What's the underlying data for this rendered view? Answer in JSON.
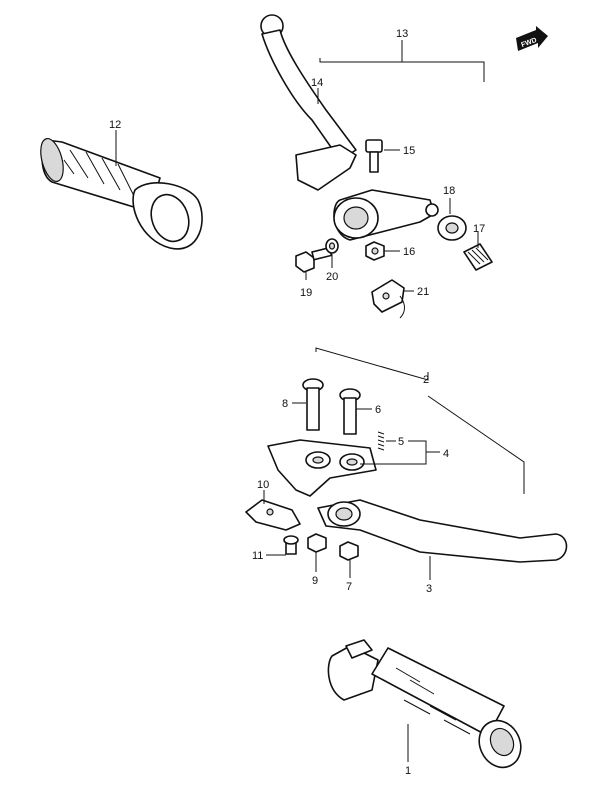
{
  "fwd_label": "FWD",
  "callouts": {
    "c1": "1",
    "c2": "2",
    "c3": "3",
    "c4": "4",
    "c5": "5",
    "c6": "6",
    "c7": "7",
    "c8": "8",
    "c9": "9",
    "c10": "10",
    "c11": "11",
    "c12": "12",
    "c13": "13",
    "c14": "14",
    "c15": "15",
    "c16": "16",
    "c17": "17",
    "c18": "18",
    "c19": "19",
    "c20": "20",
    "c21": "21"
  }
}
